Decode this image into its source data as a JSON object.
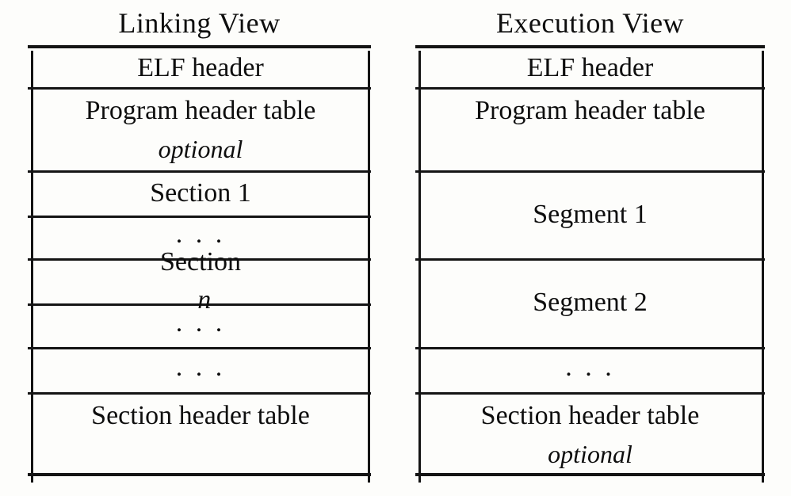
{
  "page": {
    "background_color": "#fdfdfb",
    "line_color": "#141414",
    "text_color": "#0e0e0e"
  },
  "linking_view": {
    "title": "Linking View",
    "rows": {
      "elf_header": "ELF header",
      "program_header_table": "Program header table",
      "program_header_note": "optional",
      "section_1": "Section 1",
      "ellipsis_1": ". . .",
      "section_n_prefix": "Section",
      "section_n_var": "n",
      "ellipsis_2": ". . .",
      "ellipsis_3": ". . .",
      "section_header_table": "Section header table"
    }
  },
  "execution_view": {
    "title": "Execution View",
    "rows": {
      "elf_header": "ELF header",
      "program_header_table": "Program header table",
      "segment_1": "Segment 1",
      "segment_2": "Segment 2",
      "ellipsis": ". . .",
      "section_header_table": "Section header table",
      "section_header_note": "optional"
    }
  }
}
